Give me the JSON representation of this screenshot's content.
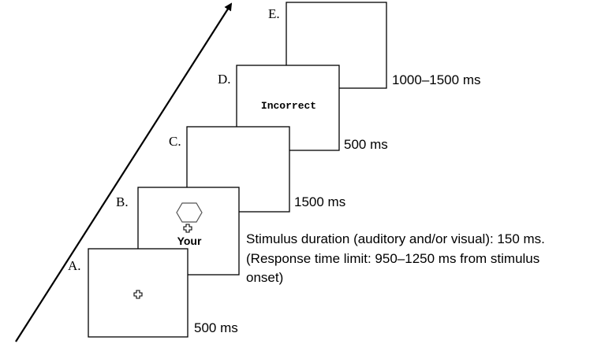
{
  "panels": [
    {
      "letter": "A.",
      "timing": "500 ms"
    },
    {
      "letter": "B.",
      "word": "Your"
    },
    {
      "letter": "C.",
      "timing": "1500 ms"
    },
    {
      "letter": "D.",
      "feedback": "Incorrect",
      "timing": "500 ms"
    },
    {
      "letter": "E.",
      "timing": "1000–1500 ms"
    }
  ],
  "stimulus_note": [
    "Stimulus duration (auditory and/or visual): 150 ms.",
    "(Response time limit: 950–1250 ms from stimulus",
    "onset)"
  ],
  "icons": {
    "fixation": "fixation-cross-icon",
    "shape": "hexagon-icon",
    "time": "arrow-icon"
  }
}
